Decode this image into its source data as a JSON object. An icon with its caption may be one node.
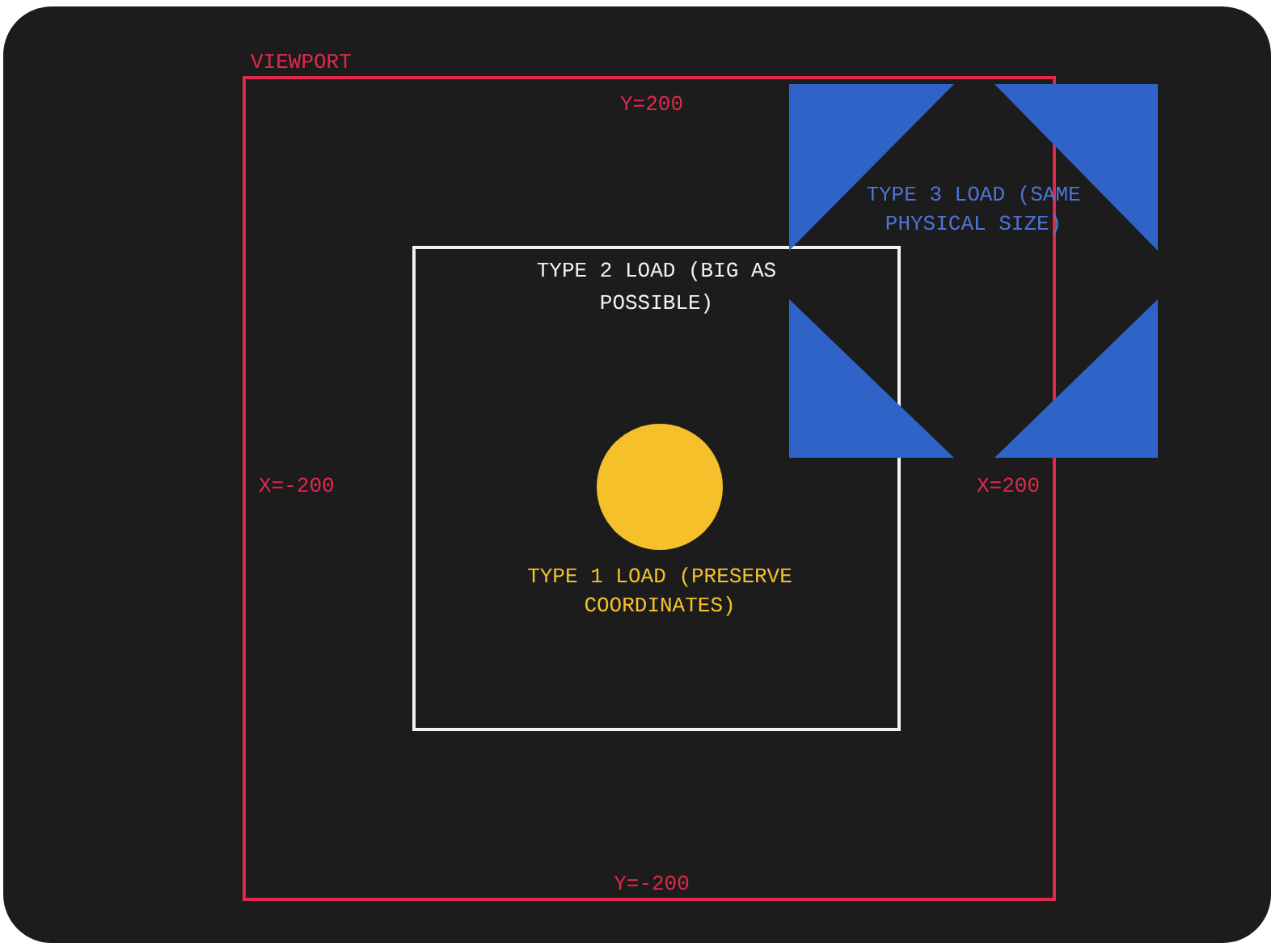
{
  "diagram": {
    "nodes": [
      {
        "text": [
          "VIEWPORT"
        ]
      },
      {
        "text": [
          "TYPE 2 LOAD (BIG AS POSSIBLE)"
        ],
        "in": 0
      },
      {
        "text": [],
        "shape": "circle",
        "in": 1,
        "beside": [
          "TYPE 1 LOAD (PRESERVE COORDINATES)"
        ]
      },
      {
        "text": [
          "TYPE 3 LOAD (SAME PHYSICAL SIZE)"
        ]
      }
    ],
    "labels": [
      "Y=200",
      "X=-200",
      "X=200",
      "Y=-200"
    ]
  }
}
